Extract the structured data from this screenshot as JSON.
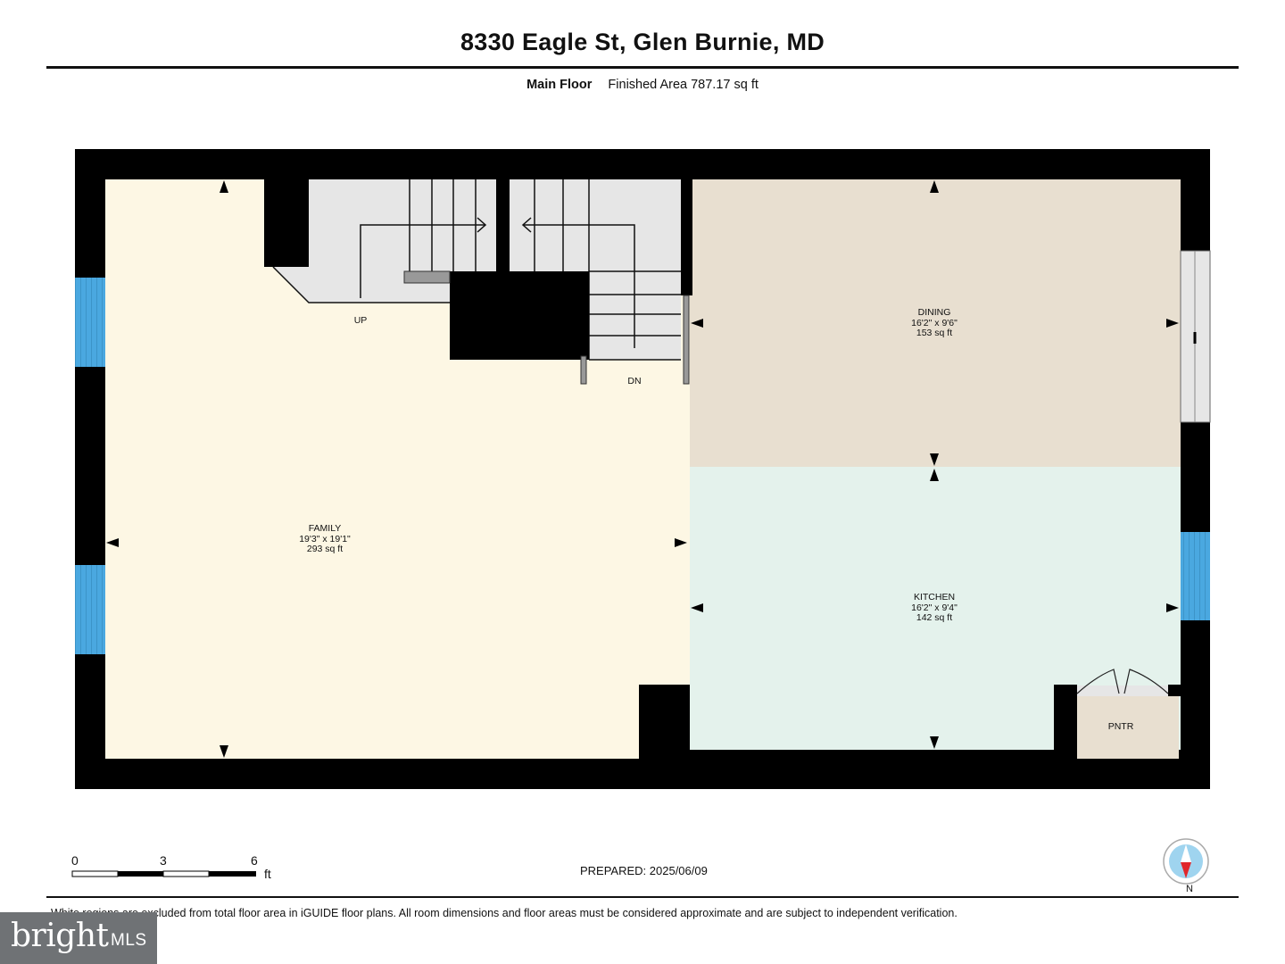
{
  "header": {
    "title": "8330 Eagle St, Glen Burnie, MD",
    "floor_name": "Main Floor",
    "finished_area": "Finished Area 787.17 sq ft"
  },
  "rooms": {
    "family": {
      "name": "FAMILY",
      "dims": "19'3\" x 19'1\"",
      "area": "293 sq ft"
    },
    "dining": {
      "name": "DINING",
      "dims": "16'2\" x 9'6\"",
      "area": "153 sq ft"
    },
    "kitchen": {
      "name": "KITCHEN",
      "dims": "16'2\" x 9'4\"",
      "area": "142 sq ft"
    },
    "pantry": {
      "name": "PNTR"
    }
  },
  "stairs": {
    "up_label": "UP",
    "down_label": "DN"
  },
  "scale_bar": {
    "ticks": [
      "0",
      "3",
      "6"
    ],
    "unit": "ft"
  },
  "prepared": "PREPARED: 2025/06/09",
  "compass": {
    "label": "N"
  },
  "disclaimer": "White regions are excluded from total floor area in iGUIDE floor plans. All room dimensions and floor areas must be considered approximate and are subject to independent verification.",
  "logo": {
    "brand": "bright",
    "suffix": "MLS"
  },
  "colors": {
    "wall": "#000000",
    "family_fill": "#fdf7e4",
    "dining_fill": "#e8dfd0",
    "kitchen_fill": "#e4f2ec",
    "pantry_fill": "#e8dfd0",
    "stairs_fill": "#e6e6e6",
    "window": "#4aa8e0"
  }
}
